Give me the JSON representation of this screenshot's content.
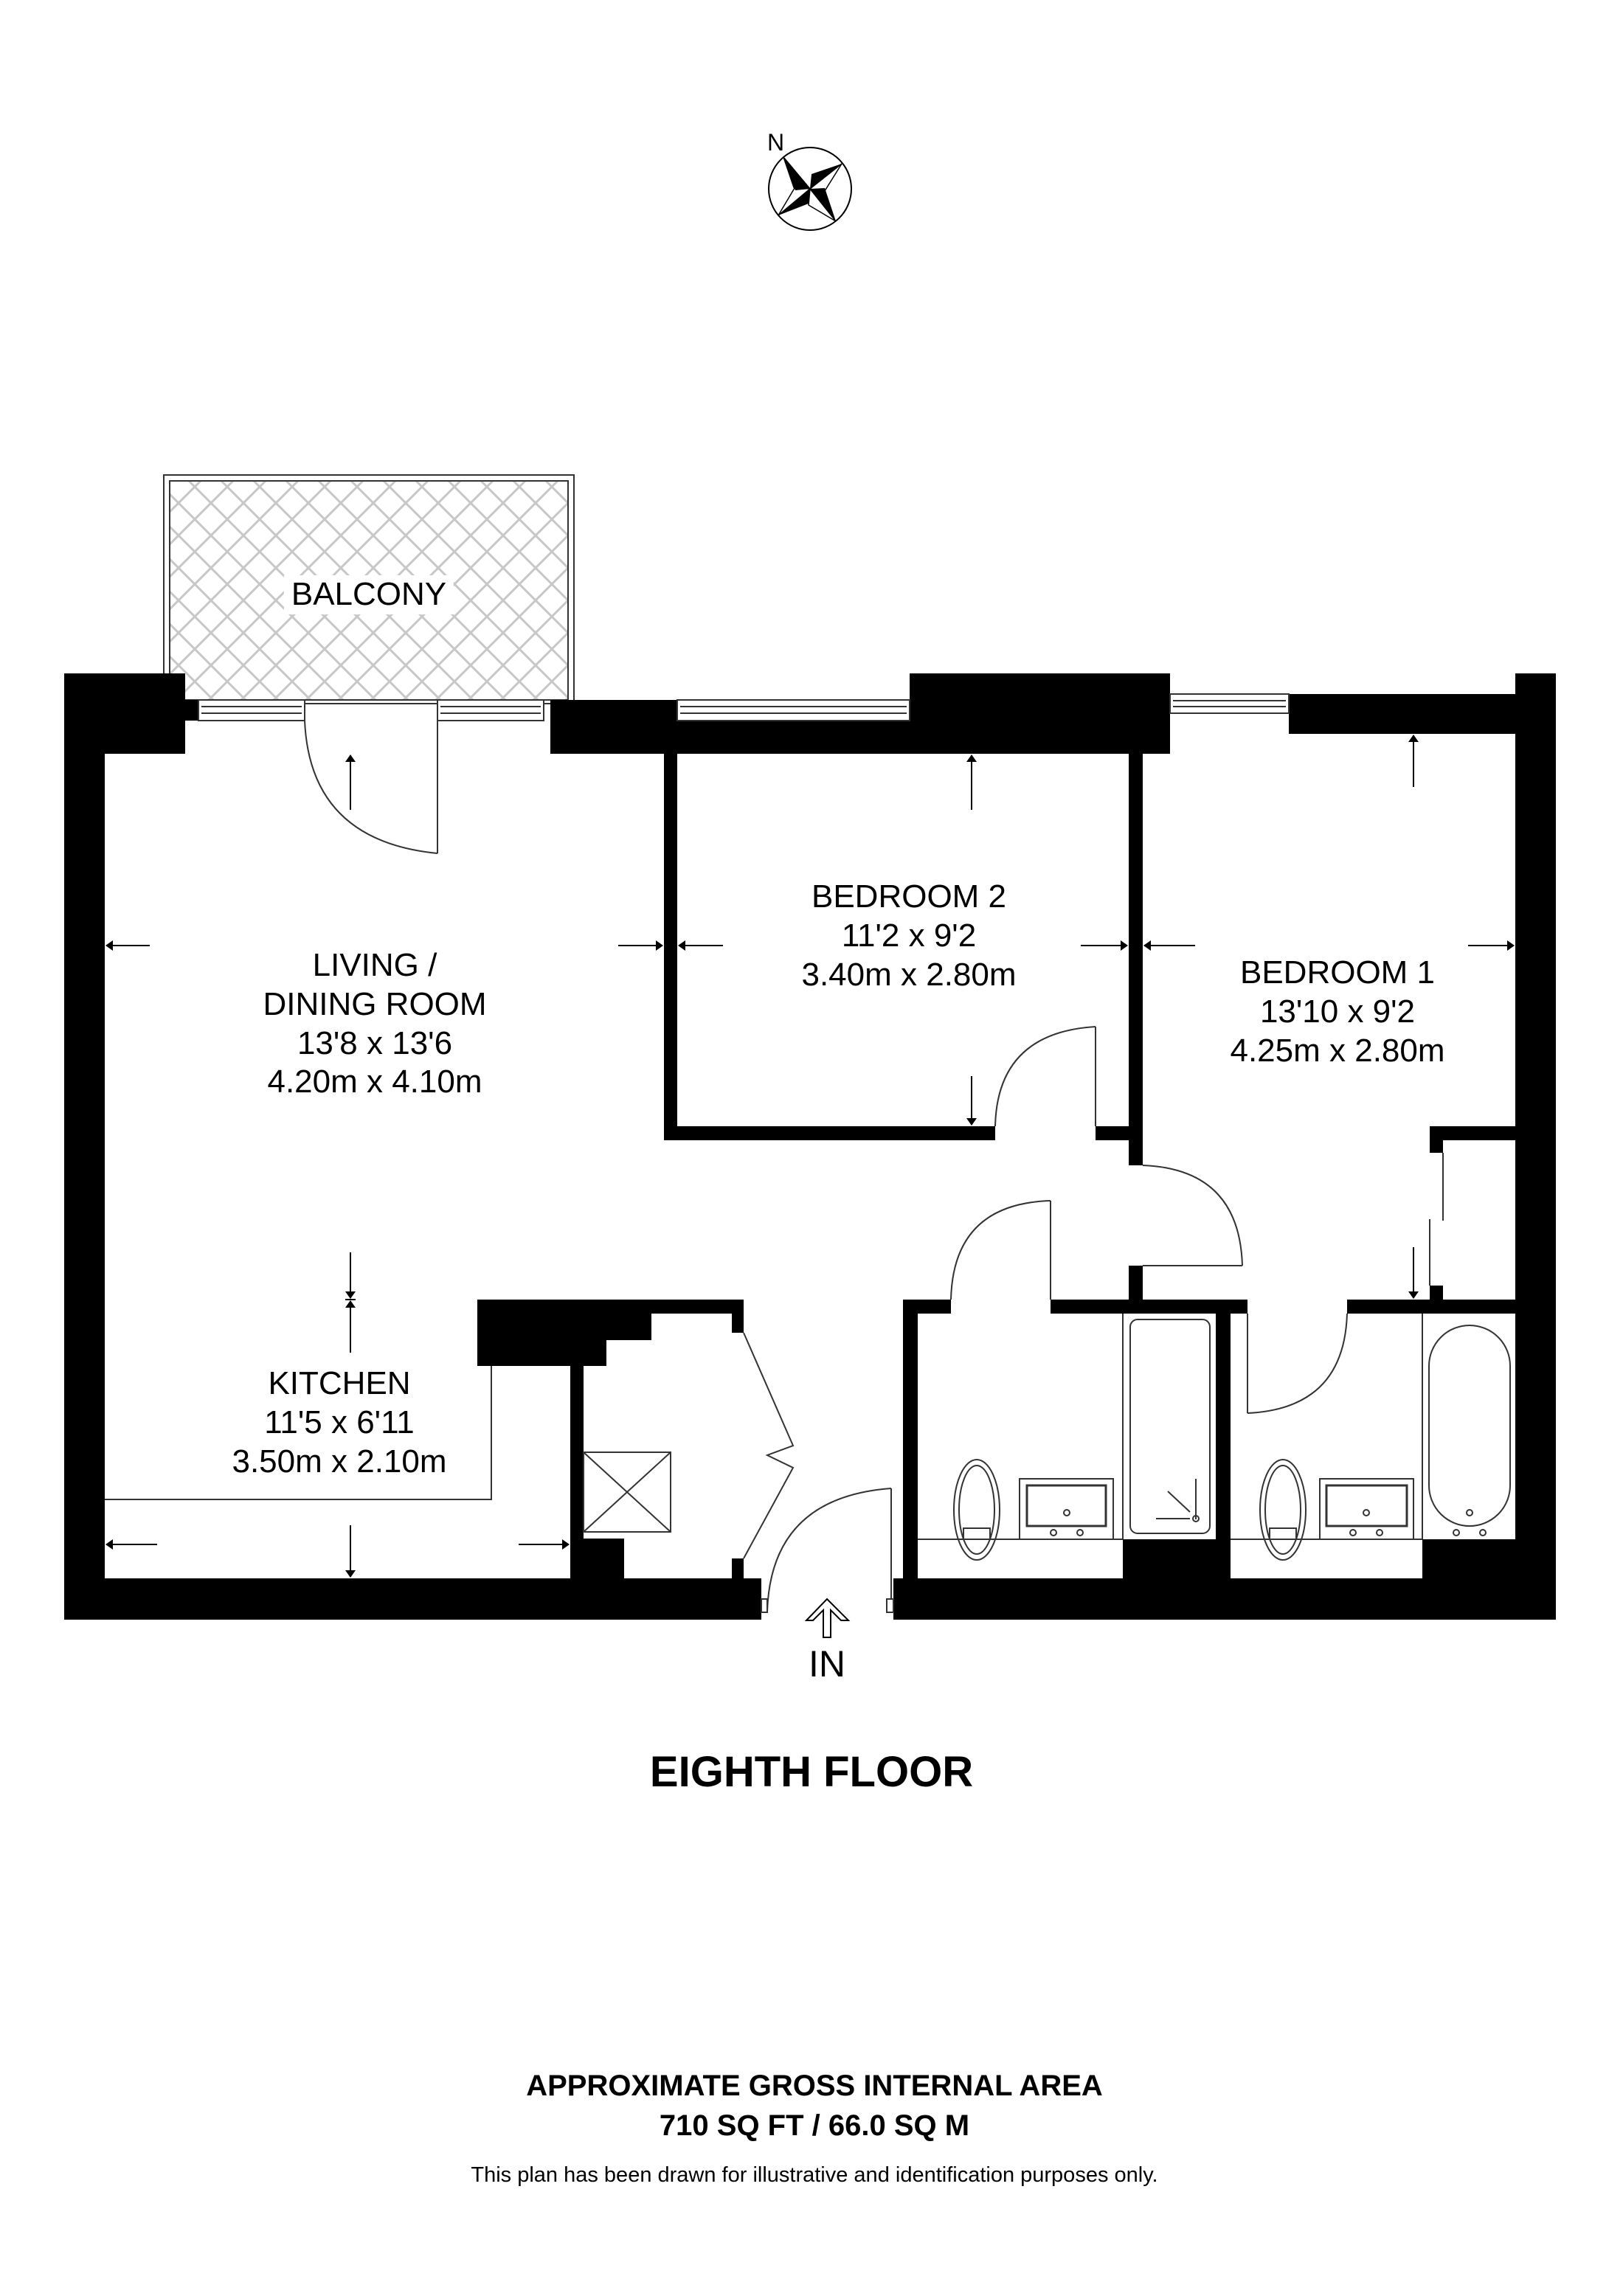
{
  "compass": {
    "north_label": "N",
    "icon": "compass-rose-icon"
  },
  "balcony": {
    "label": "BALCONY"
  },
  "rooms": {
    "living": {
      "name_line1": "LIVING /",
      "name_line2": "DINING ROOM",
      "imperial": "13'8 x 13'6",
      "metric": "4.20m x 4.10m"
    },
    "bedroom2": {
      "name": "BEDROOM 2",
      "imperial": "11'2 x 9'2",
      "metric": "3.40m x 2.80m"
    },
    "bedroom1": {
      "name": "BEDROOM 1",
      "imperial": "13'10 x 9'2",
      "metric": "4.25m x 2.80m"
    },
    "kitchen": {
      "name": "KITCHEN",
      "imperial": "11'5 x 6'11",
      "metric": "3.50m x 2.10m"
    }
  },
  "entrance": {
    "label": "IN",
    "icon": "entrance-arrow-icon"
  },
  "floor": {
    "title": "EIGHTH FLOOR"
  },
  "area": {
    "heading": "APPROXIMATE GROSS INTERNAL AREA",
    "value": "710 SQ FT / 66.0 SQ M"
  },
  "disclaimer": "This plan has been drawn for illustrative and identification purposes only.",
  "colors": {
    "wall": "#000000",
    "hatch": "#c8c8c8",
    "line": "#333333",
    "background": "#ffffff"
  }
}
